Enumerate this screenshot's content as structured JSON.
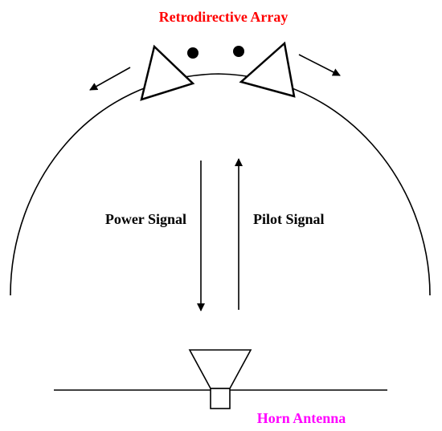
{
  "labels": {
    "array": "Retrodirective Array",
    "power": "Power Signal",
    "pilot": "Pilot Signal",
    "horn": "Horn Antenna"
  },
  "colors": {
    "array_label": "#ff0000",
    "horn_label": "#ff00ff",
    "stroke": "#000000"
  }
}
